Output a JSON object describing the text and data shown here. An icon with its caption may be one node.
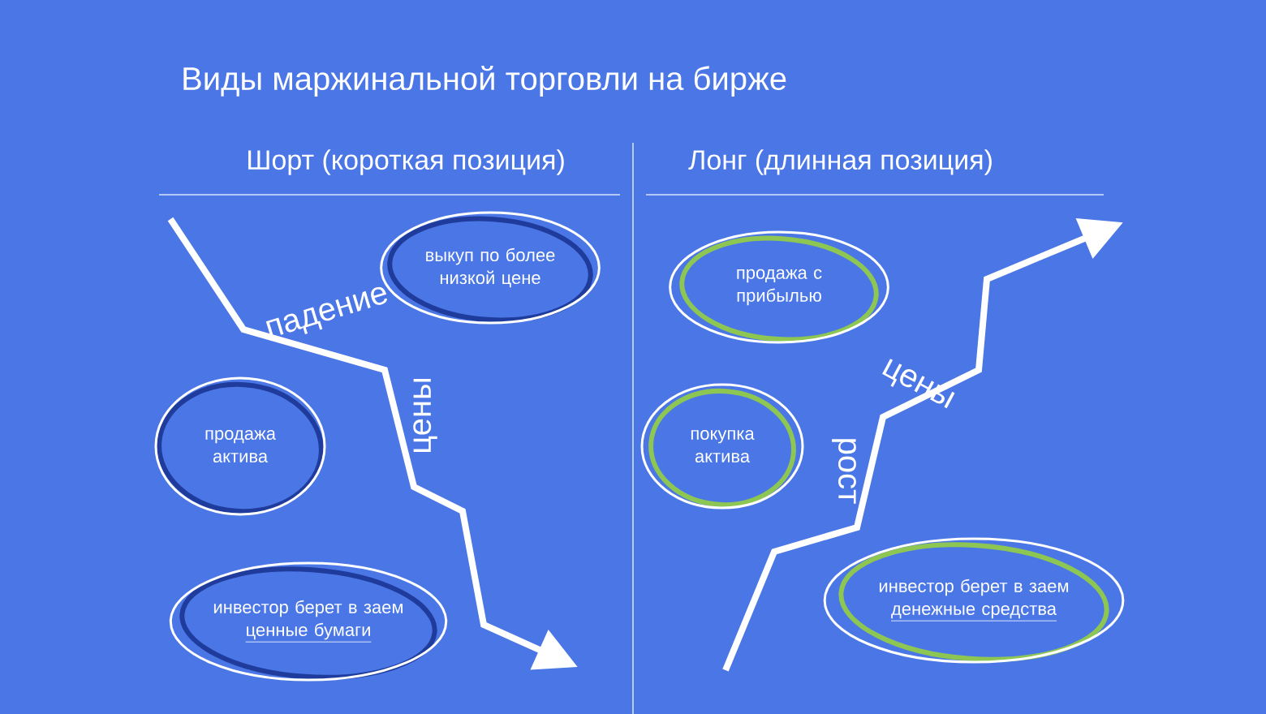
{
  "diagram": {
    "title": "Виды маржинальной торговли на бирже",
    "nodes": [
      {
        "text": [
          "выкуп по более низкой цене"
        ]
      },
      {
        "text": [
          "продажа актива"
        ]
      },
      {
        "text": [
          "инвестор берет в заем",
          "ценные бумаги"
        ]
      },
      {
        "text": [
          "продажа с прибылью"
        ]
      },
      {
        "text": [
          "покупка актива"
        ]
      },
      {
        "text": [
          "инвестор берет в заем",
          "денежные средства"
        ]
      }
    ],
    "labels": [
      "Шорт (короткая позиция)",
      "Лонг (длинная позиция)",
      "падение",
      "цены",
      "рост",
      "цены"
    ]
  }
}
